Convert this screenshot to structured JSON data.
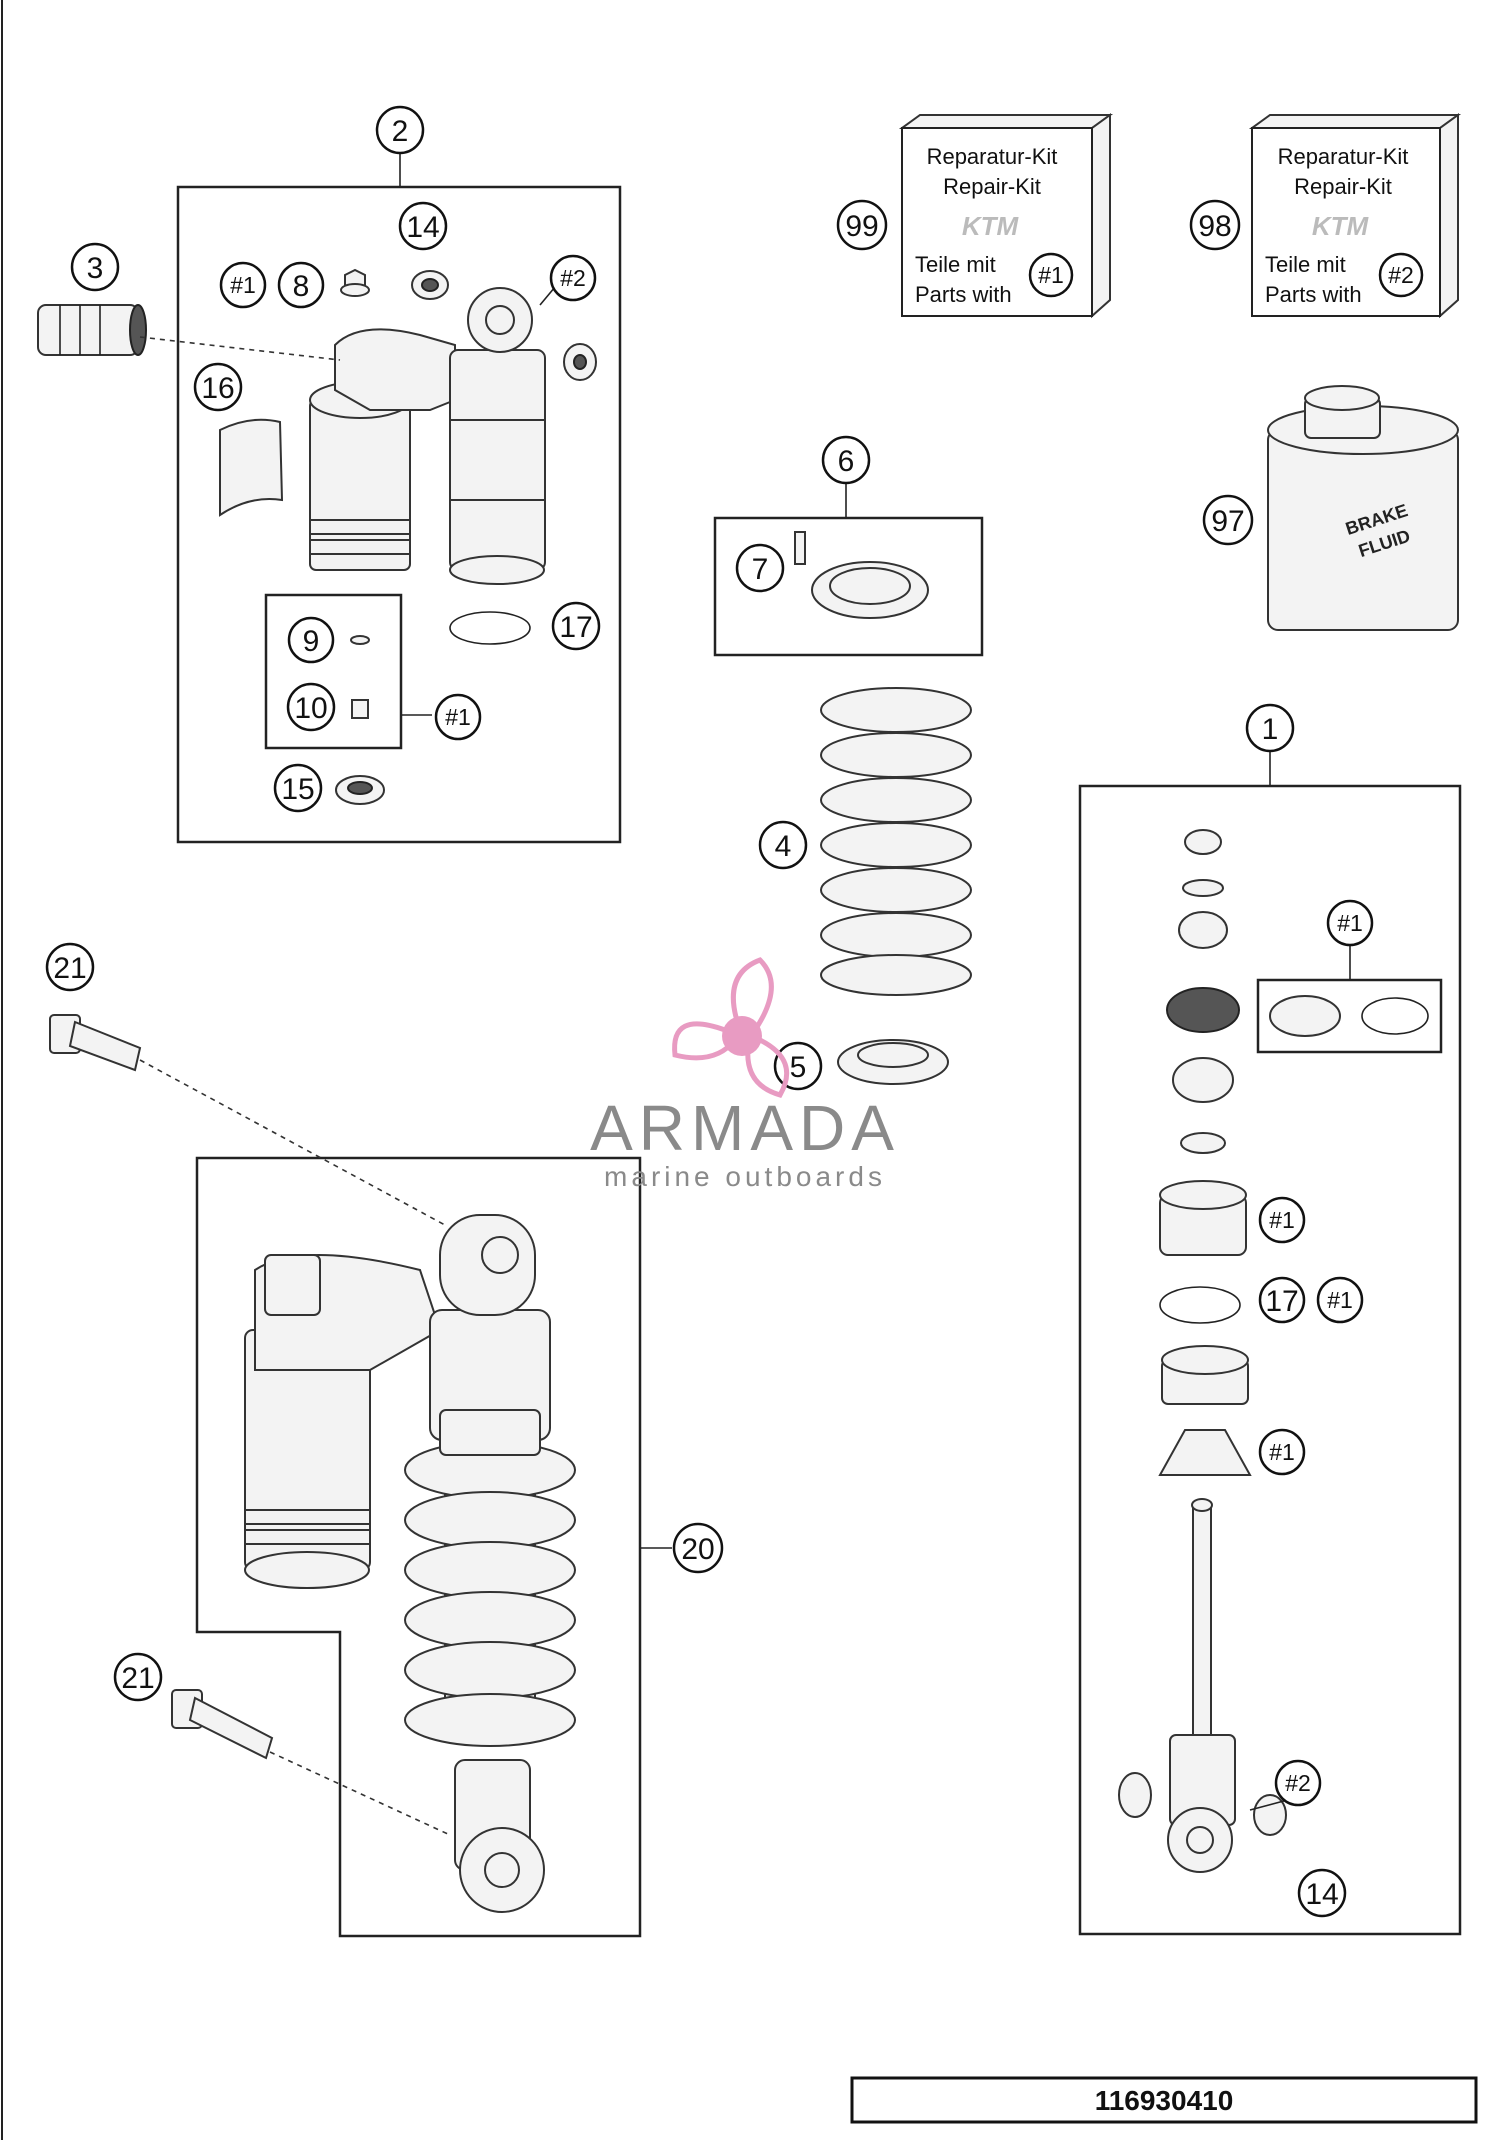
{
  "callouts": {
    "c1": "1",
    "c2": "2",
    "c3": "3",
    "c4": "4",
    "c5": "5",
    "c6": "6",
    "c7": "7",
    "c8": "8",
    "c9": "9",
    "c10": "10",
    "c14": "14",
    "c15": "15",
    "c16": "16",
    "c17": "17",
    "c20": "20",
    "c21": "21",
    "c97": "97",
    "c98": "98",
    "c99": "99",
    "kit1": "#1",
    "kit2": "#2"
  },
  "repair_kits": [
    {
      "line1": "Reparatur-Kit",
      "line2": "Repair-Kit",
      "line3": "Teile mit",
      "line4": "Parts with",
      "kit_ref": "#1",
      "logo": "KTM"
    },
    {
      "line1": "Reparatur-Kit",
      "line2": "Repair-Kit",
      "line3": "Teile mit",
      "line4": "Parts with",
      "kit_ref": "#2",
      "logo": "KTM"
    }
  ],
  "brake_fluid": {
    "line1": "BRAKE",
    "line2": "FLUID"
  },
  "watermark": {
    "name": "ARMADA",
    "tagline": "marine outboards",
    "color": "#e89bc2"
  },
  "part_number": "116930410"
}
